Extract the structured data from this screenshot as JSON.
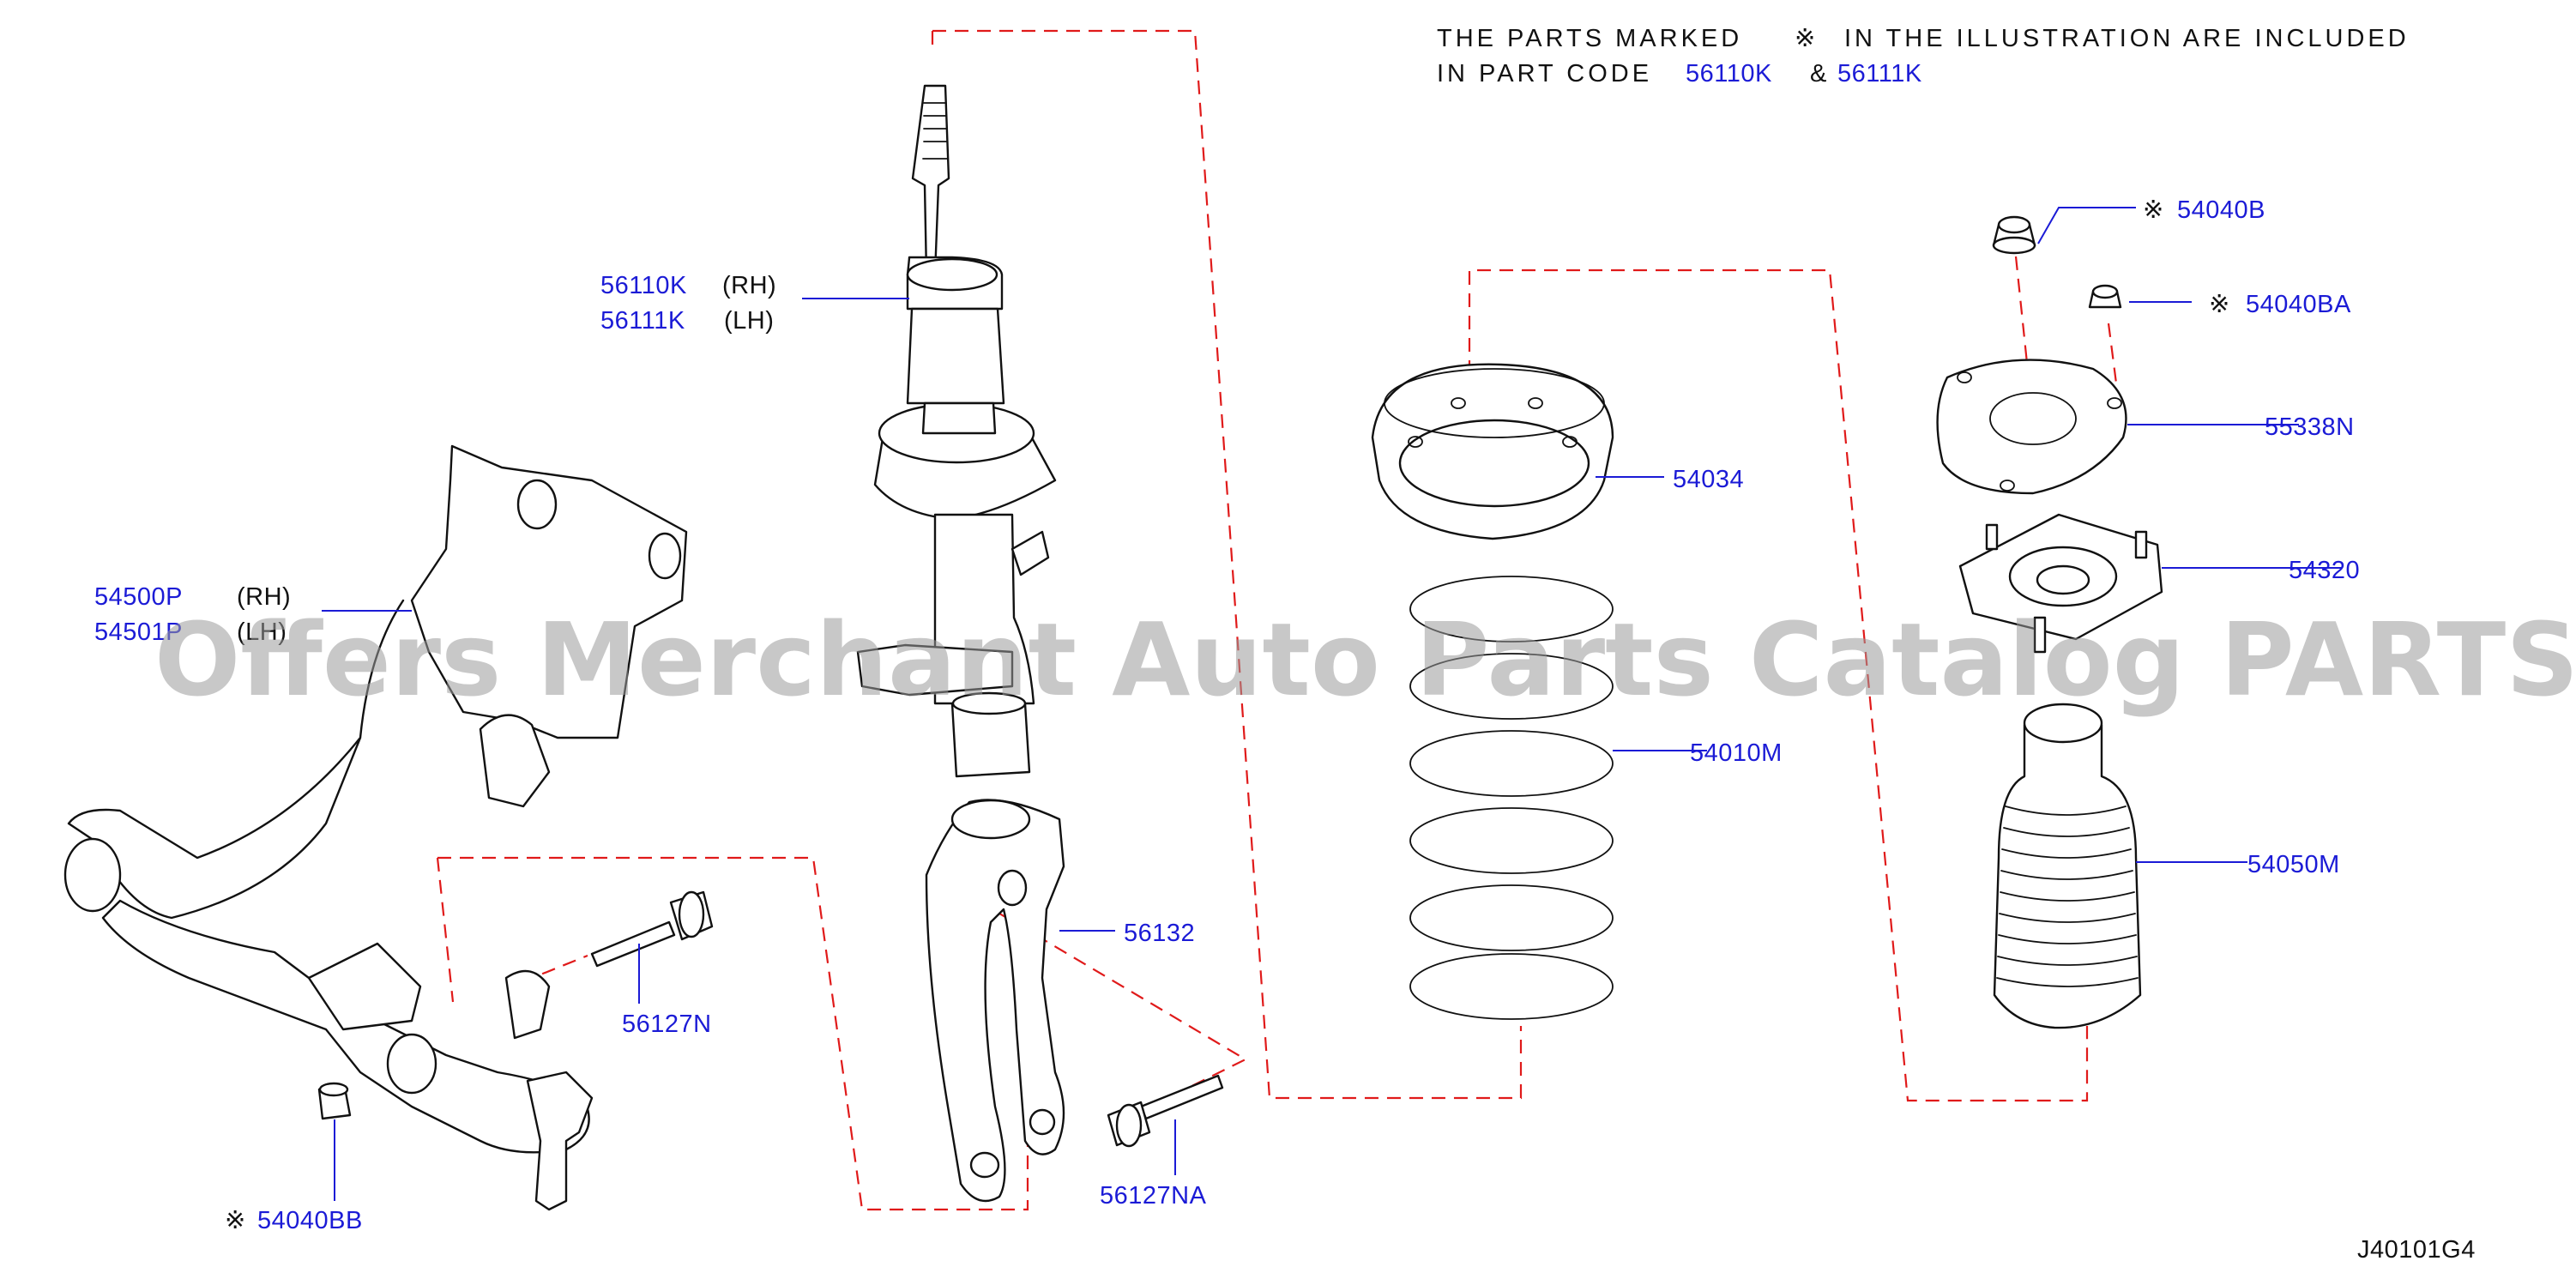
{
  "note": {
    "line1_a": "THE PARTS MARKED",
    "line1_mark": "※",
    "line1_b": "IN THE ILLUSTRATION ARE INCLUDED",
    "line2_a": "IN PART CODE",
    "line2_code1": "56110K",
    "line2_amp": "&",
    "line2_code2": "56111K"
  },
  "callouts": {
    "strut_rh": {
      "code": "56110K",
      "side": "(RH)"
    },
    "strut_lh": {
      "code": "56111K",
      "side": "(LH)"
    },
    "knuckle_rh": {
      "code": "54500P",
      "side": "(RH)"
    },
    "knuckle_lh": {
      "code": "54501P",
      "side": "(LH)"
    },
    "nut_top_b": {
      "mark": "※",
      "code": "54040B"
    },
    "nut_top_ba": {
      "mark": "※",
      "code": "54040BA"
    },
    "plate": {
      "code": "55338N"
    },
    "mount": {
      "code": "54320"
    },
    "seat": {
      "code": "54034"
    },
    "spring": {
      "code": "54010M"
    },
    "bound_bumper": {
      "code": "54050M"
    },
    "fork": {
      "code": "56132"
    },
    "bolt_n": {
      "code": "56127N"
    },
    "bolt_na": {
      "code": "56127NA"
    },
    "nut_bb": {
      "mark": "※",
      "code": "54040BB"
    }
  },
  "diagram_id": "J40101G4",
  "watermark": "Offers Merchant Auto Parts Catalog PARTSTORE.SA",
  "colors": {
    "callout": "#1b1bd6",
    "phantom_line": "#e01a1a",
    "ink": "#111111",
    "watermark": "#9a9a9a"
  }
}
